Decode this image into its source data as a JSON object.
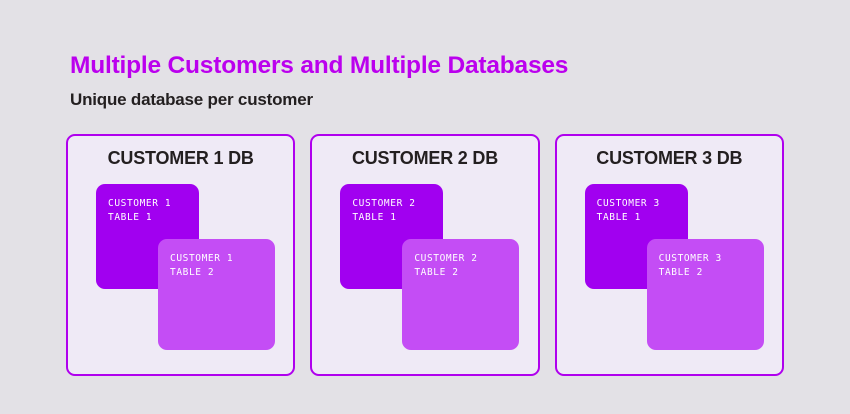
{
  "page": {
    "title": "Multiple Customers and Multiple Databases",
    "subtitle": "Unique database per customer",
    "background_color": "#E3E1E6",
    "title_color": "#BB00EE",
    "subtitle_color": "#231F20"
  },
  "theme": {
    "card_background": "#EFEAF6",
    "card_border": "#B000EE",
    "table_box_dark": "#A100F0",
    "table_box_light": "#C44DF5",
    "table_label_color": "#FFFFFF"
  },
  "cards": [
    {
      "title": "CUSTOMER 1 DB",
      "tables": [
        {
          "line1": "CUSTOMER 1",
          "line2": "TABLE 1",
          "shade": "dark"
        },
        {
          "line1": "CUSTOMER 1",
          "line2": "TABLE 2",
          "shade": "light"
        }
      ]
    },
    {
      "title": "CUSTOMER 2 DB",
      "tables": [
        {
          "line1": "CUSTOMER 2",
          "line2": "TABLE 1",
          "shade": "dark"
        },
        {
          "line1": "CUSTOMER 2",
          "line2": "TABLE 2",
          "shade": "light"
        }
      ]
    },
    {
      "title": "CUSTOMER 3 DB",
      "tables": [
        {
          "line1": "CUSTOMER 3",
          "line2": "TABLE 1",
          "shade": "dark"
        },
        {
          "line1": "CUSTOMER 3",
          "line2": "TABLE 2",
          "shade": "light"
        }
      ]
    }
  ]
}
